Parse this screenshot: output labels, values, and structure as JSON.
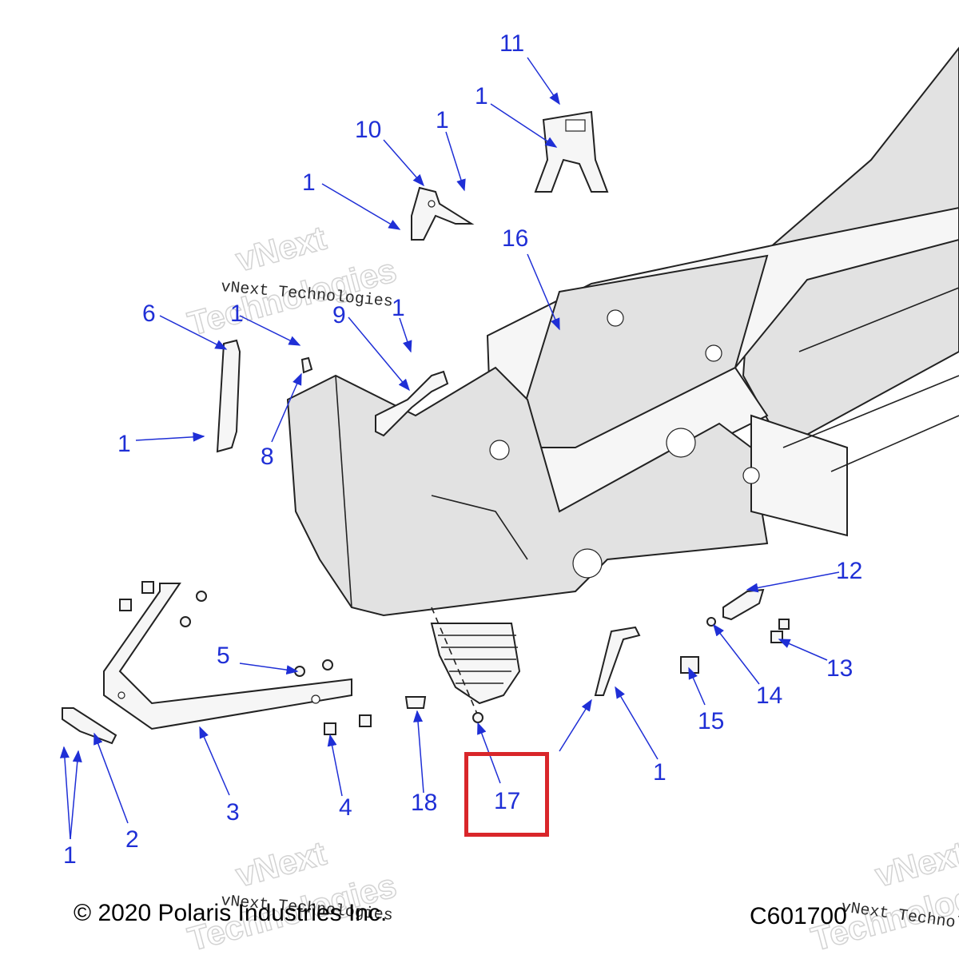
{
  "callouts": {
    "c1": "1",
    "c2": "2",
    "c3": "3",
    "c4": "4",
    "c5": "5",
    "c6": "6",
    "c8": "8",
    "c9": "9",
    "c10": "10",
    "c11": "11",
    "c12": "12",
    "c13": "13",
    "c14": "14",
    "c15": "15",
    "c16": "16",
    "c17": "17",
    "c18": "18"
  },
  "footer": {
    "copyright": "© 2020 Polaris Industries Inc.",
    "figure_code": "C601700"
  },
  "watermark": {
    "small": "vNext Technologies",
    "brand_line1": "vNext",
    "brand_line2": "Technologies"
  },
  "highlighted_callout": "17",
  "colors": {
    "callout": "#1f2fd6",
    "highlight": "#d9262a"
  }
}
